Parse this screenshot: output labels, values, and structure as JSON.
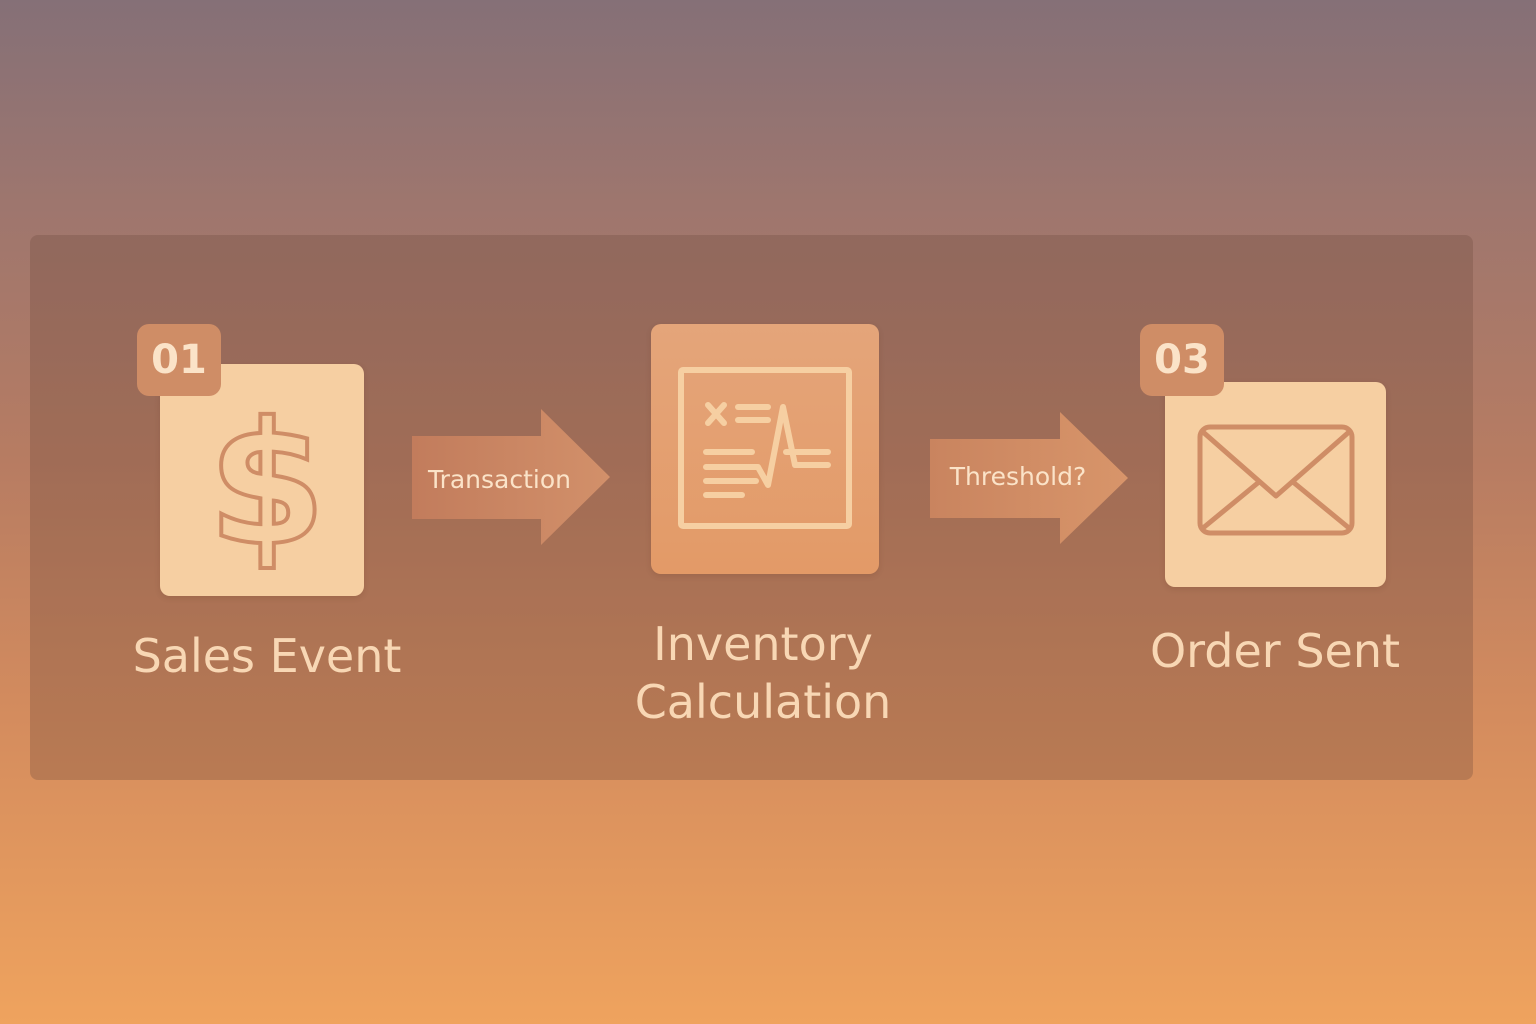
{
  "diagram": {
    "steps": [
      {
        "number": "01",
        "icon": "dollar-icon",
        "label": "Sales Event"
      },
      {
        "icon": "calculation-chart-icon",
        "label": "Inventory Calculation"
      },
      {
        "number": "03",
        "icon": "envelope-icon",
        "label": "Order Sent"
      }
    ],
    "connectors": [
      {
        "label": "Transaction"
      },
      {
        "label": "Threshold?"
      }
    ]
  },
  "colors": {
    "card_light": "#f6cfa2",
    "card_accent": "#e39a67",
    "badge": "#cf8d66",
    "icon_stroke": "#cf8d66",
    "arrow": "#cf8d66",
    "label_text": "#f8d7b4"
  }
}
